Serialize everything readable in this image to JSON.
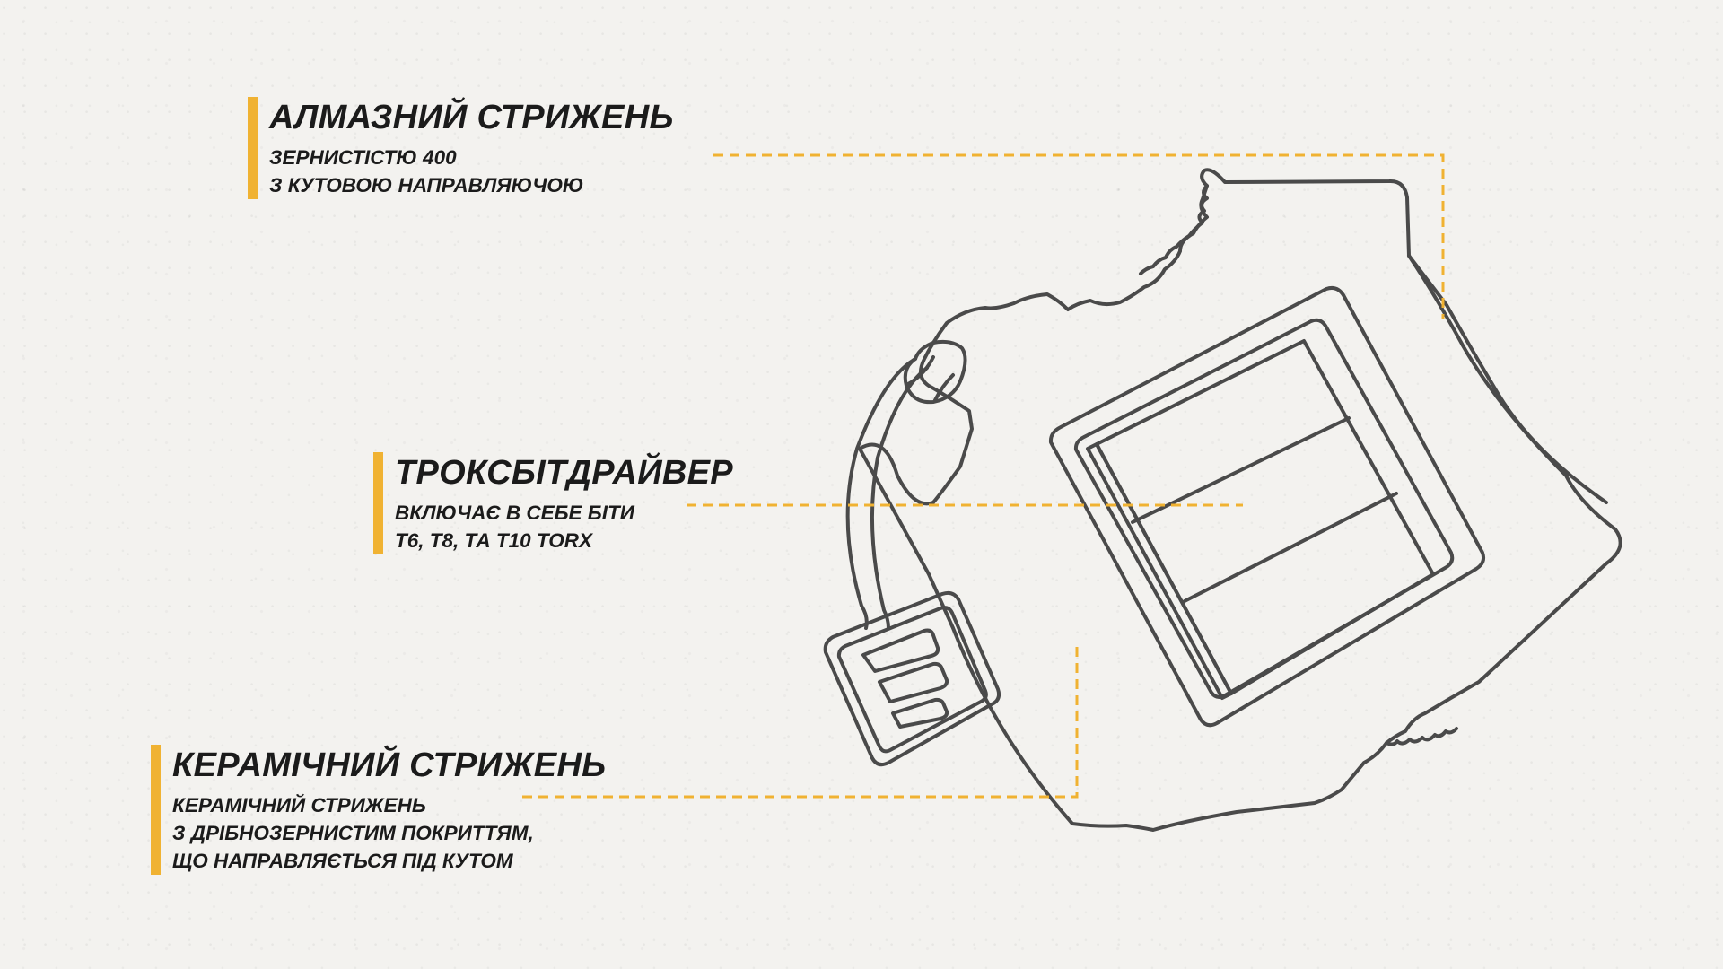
{
  "theme": {
    "accent": "#f0b232",
    "outline": "#4a4a4a",
    "background": "#f3f2ef",
    "text": "#1b1b1b"
  },
  "callouts": [
    {
      "title": "АЛМАЗНИЙ СТРИЖЕНЬ",
      "lines": [
        "ЗЕРНИСТІСТЮ 400",
        "З КУТОВОЮ НАПРАВЛЯЮЧОЮ"
      ]
    },
    {
      "title": "ТРОКСБІТДРАЙВЕР",
      "lines": [
        "ВКЛЮЧАЄ В СЕБЕ БІТИ",
        "Т6, Т8, ТА Т10 TORX"
      ]
    },
    {
      "title": "КЕРАМІЧНИЙ СТРИЖЕНЬ",
      "lines": [
        "КЕРАМІЧНИЙ СТРИЖЕНЬ",
        "З ДРІБНОЗЕРНИСТИМ ПОКРИТТЯМ,",
        "ЩО НАПРАВЛЯЄТЬСЯ ПІД КУТОМ"
      ]
    }
  ]
}
